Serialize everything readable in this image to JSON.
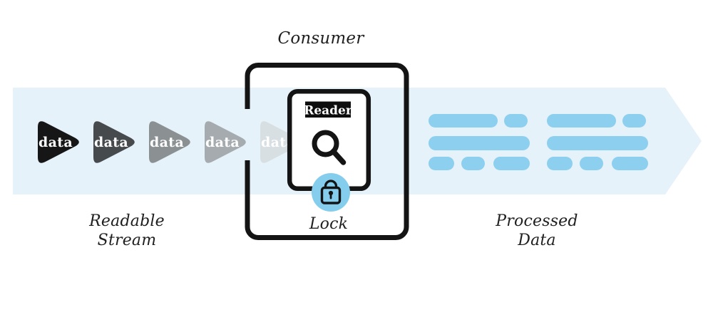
{
  "labels": {
    "consumer": "Consumer",
    "lock": "Lock",
    "readable_stream_line1": "Readable",
    "readable_stream_line2": "Stream",
    "processed_data_line1": "Processed",
    "processed_data_line2": "Data"
  },
  "reader": {
    "label": "Reader",
    "text_color": "#ffffff",
    "bg_color": "#0d0d0d"
  },
  "stream": {
    "packets": [
      {
        "label": "data",
        "color": "#161617"
      },
      {
        "label": "data",
        "color": "#474a4d"
      },
      {
        "label": "data",
        "color": "#8b9093"
      },
      {
        "label": "data",
        "color": "#a5abae"
      },
      {
        "label": "data",
        "color": "#d8dfe2"
      }
    ],
    "packet_text_color": "#ffffff"
  },
  "colors": {
    "band": "#e6f2f9",
    "pill": "#8ccfef",
    "ink": "#141414",
    "lock_circle": "#85cdec"
  },
  "icons": {
    "magnifier": "magnifier-icon",
    "lock": "lock-icon"
  }
}
